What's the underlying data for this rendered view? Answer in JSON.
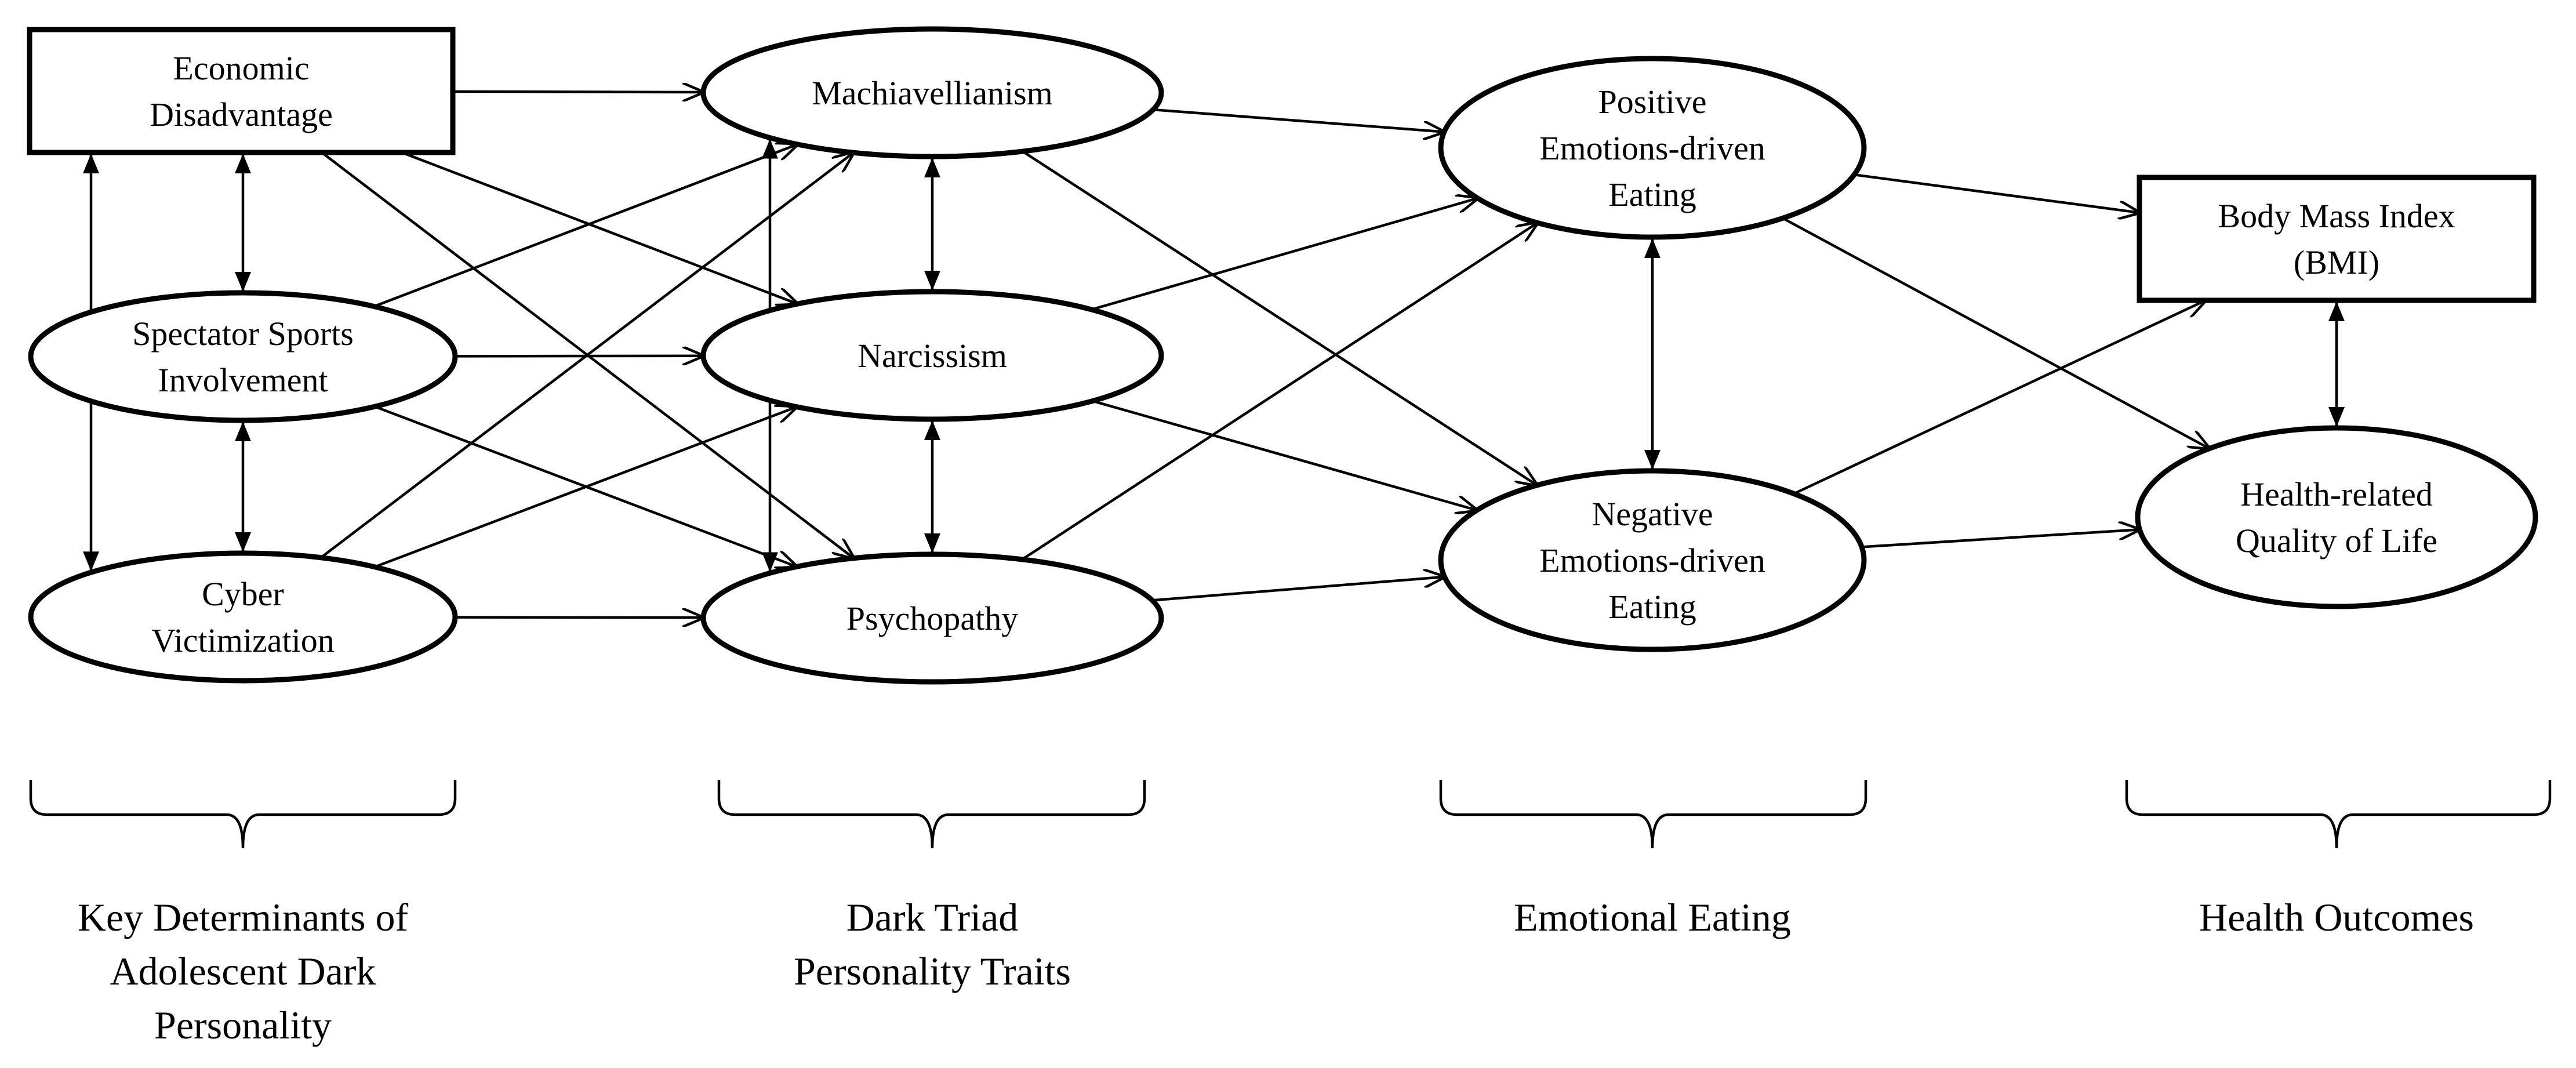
{
  "nodes": {
    "economic_disadvantage": {
      "lines": [
        "Economic",
        "Disadvantage"
      ],
      "shape": "rect"
    },
    "spectator_sports": {
      "lines": [
        "Spectator Sports",
        "Involvement"
      ],
      "shape": "ellipse"
    },
    "cyber_victimization": {
      "lines": [
        "Cyber",
        "Victimization"
      ],
      "shape": "ellipse"
    },
    "machiavellianism": {
      "lines": [
        "Machiavellianism"
      ],
      "shape": "ellipse"
    },
    "narcissism": {
      "lines": [
        "Narcissism"
      ],
      "shape": "ellipse"
    },
    "psychopathy": {
      "lines": [
        "Psychopathy"
      ],
      "shape": "ellipse"
    },
    "positive_eating": {
      "lines": [
        "Positive",
        "Emotions-driven",
        "Eating"
      ],
      "shape": "ellipse"
    },
    "negative_eating": {
      "lines": [
        "Negative",
        "Emotions-driven",
        "Eating"
      ],
      "shape": "ellipse"
    },
    "bmi": {
      "lines": [
        "Body Mass Index",
        "(BMI)"
      ],
      "shape": "rect"
    },
    "hrqol": {
      "lines": [
        "Health-related",
        "Quality of Life"
      ],
      "shape": "ellipse"
    }
  },
  "groups": {
    "determinants": {
      "lines": [
        "Key Determinants of",
        "Adolescent Dark",
        "Personality"
      ]
    },
    "dark_triad": {
      "lines": [
        "Dark Triad",
        "Personality Traits"
      ]
    },
    "emotional_eating": {
      "lines": [
        "Emotional Eating"
      ]
    },
    "health_outcomes": {
      "lines": [
        "Health Outcomes"
      ]
    }
  },
  "paths": [
    {
      "from": "economic_disadvantage",
      "to": "machiavellianism"
    },
    {
      "from": "economic_disadvantage",
      "to": "narcissism"
    },
    {
      "from": "economic_disadvantage",
      "to": "psychopathy"
    },
    {
      "from": "spectator_sports",
      "to": "machiavellianism"
    },
    {
      "from": "spectator_sports",
      "to": "narcissism"
    },
    {
      "from": "spectator_sports",
      "to": "psychopathy"
    },
    {
      "from": "cyber_victimization",
      "to": "machiavellianism"
    },
    {
      "from": "cyber_victimization",
      "to": "narcissism"
    },
    {
      "from": "cyber_victimization",
      "to": "psychopathy"
    },
    {
      "from": "machiavellianism",
      "to": "positive_eating"
    },
    {
      "from": "machiavellianism",
      "to": "negative_eating"
    },
    {
      "from": "narcissism",
      "to": "positive_eating"
    },
    {
      "from": "narcissism",
      "to": "negative_eating"
    },
    {
      "from": "psychopathy",
      "to": "positive_eating"
    },
    {
      "from": "psychopathy",
      "to": "negative_eating"
    },
    {
      "from": "positive_eating",
      "to": "bmi"
    },
    {
      "from": "positive_eating",
      "to": "hrqol"
    },
    {
      "from": "negative_eating",
      "to": "bmi"
    },
    {
      "from": "negative_eating",
      "to": "hrqol"
    }
  ],
  "correlations": [
    {
      "a": "economic_disadvantage",
      "b": "spectator_sports"
    },
    {
      "a": "spectator_sports",
      "b": "cyber_victimization"
    },
    {
      "a": "economic_disadvantage",
      "b": "cyber_victimization"
    },
    {
      "a": "machiavellianism",
      "b": "narcissism"
    },
    {
      "a": "narcissism",
      "b": "psychopathy"
    },
    {
      "a": "machiavellianism",
      "b": "psychopathy"
    },
    {
      "a": "positive_eating",
      "b": "negative_eating"
    },
    {
      "a": "bmi",
      "b": "hrqol"
    }
  ]
}
